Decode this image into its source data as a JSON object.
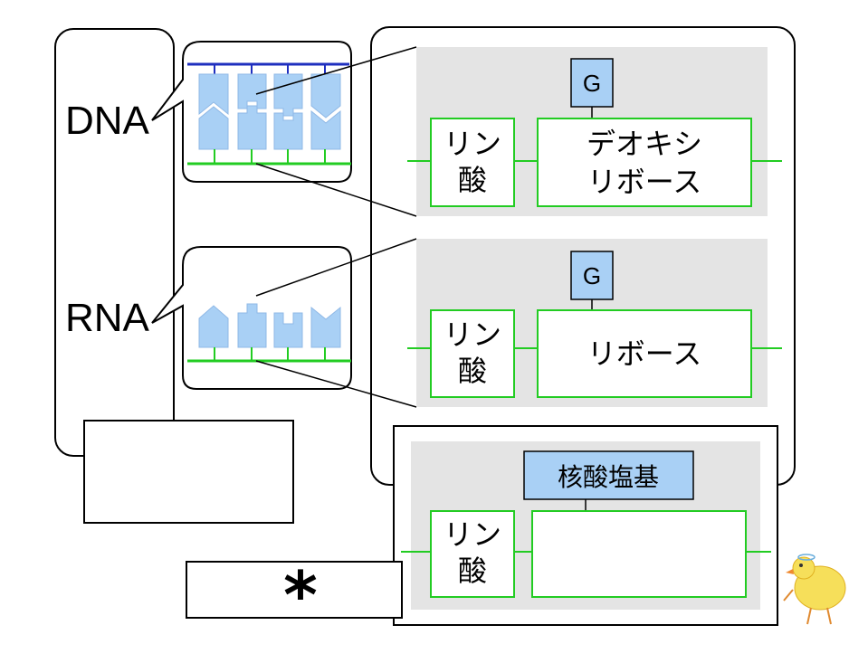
{
  "labels": {
    "dna": "DNA",
    "rna": "RNA",
    "base_g": "G",
    "phosphate": "リン\n酸",
    "deoxyribose": "デオキシ\nリボース",
    "ribose": "リボース",
    "nucleobase": "核酸塩基",
    "asterisk": "*"
  },
  "colors": {
    "strand_blue": "#1f2fbf",
    "backbone_green": "#22cc22",
    "base_fill": "#a9d0f5",
    "panel_gray": "#e4e4e4",
    "outline": "#000000"
  },
  "icons": {
    "mascot": "yellow-chick-drawing"
  }
}
